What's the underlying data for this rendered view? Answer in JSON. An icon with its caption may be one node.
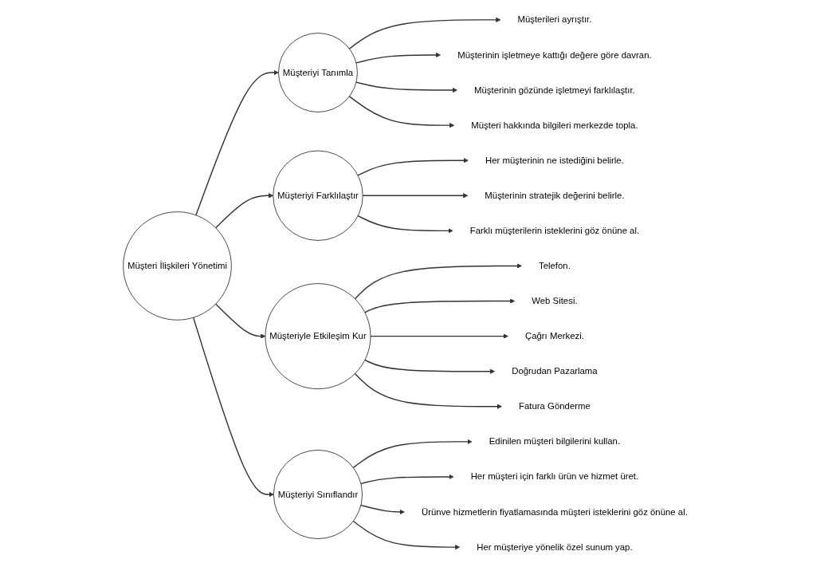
{
  "diagram": {
    "nodes": [
      {
        "text": [
          "Müşteri İlişkileri Yönetimi"
        ]
      },
      {
        "text": [
          "Müşteriyi Tanımla"
        ]
      },
      {
        "text": [
          "Müşterileri ayrıştır."
        ]
      },
      {
        "text": [
          "Müşterinin işletmeye kattığı değere göre davran."
        ]
      },
      {
        "text": [
          "Müşterinin gözünde işletmeyi farklılaştır."
        ]
      },
      {
        "text": [
          "Müşteri hakkında bilgileri merkezde topla."
        ]
      },
      {
        "text": [
          "Müşteriyi Farklılaştır"
        ]
      },
      {
        "text": [
          "Her müşterinin ne istediğini belirle."
        ]
      },
      {
        "text": [
          "Müşterinin stratejik değerini belirle."
        ]
      },
      {
        "text": [
          "Farklı müşterilerin isteklerini göz önüne al."
        ]
      },
      {
        "text": [
          "Müşteriyle Etkileşim Kur"
        ]
      },
      {
        "text": [
          "Telefon."
        ]
      },
      {
        "text": [
          "Web Sitesi."
        ]
      },
      {
        "text": [
          "Çağrı Merkezi."
        ]
      },
      {
        "text": [
          "Doğrudan Pazarlama"
        ]
      },
      {
        "text": [
          "Fatura Gönderme"
        ]
      },
      {
        "text": [
          "Müşteriyi Sınıflandır"
        ]
      },
      {
        "text": [
          "Edinilen müşteri bilgilerini kullan."
        ]
      },
      {
        "text": [
          "Her müşteri için farklı ürün ve hizmet üret."
        ]
      },
      {
        "text": [
          "Ürünve hizmetlerin fiyatlamasında müşteri isteklerini göz önüne al."
        ]
      },
      {
        "text": [
          "Her müşteriye yönelik özel sunum yap."
        ]
      }
    ],
    "edges": [
      {
        "from": 0,
        "to": 1,
        "arrow": "to"
      },
      {
        "from": 0,
        "to": 6,
        "arrow": "to"
      },
      {
        "from": 0,
        "to": 10,
        "arrow": "to"
      },
      {
        "from": 0,
        "to": 16,
        "arrow": "to"
      },
      {
        "from": 1,
        "to": 2,
        "arrow": "to"
      },
      {
        "from": 1,
        "to": 3,
        "arrow": "to"
      },
      {
        "from": 1,
        "to": 4,
        "arrow": "to"
      },
      {
        "from": 1,
        "to": 5,
        "arrow": "to"
      },
      {
        "from": 6,
        "to": 7,
        "arrow": "to"
      },
      {
        "from": 6,
        "to": 8,
        "arrow": "to"
      },
      {
        "from": 6,
        "to": 9,
        "arrow": "to"
      },
      {
        "from": 10,
        "to": 11,
        "arrow": "to"
      },
      {
        "from": 10,
        "to": 12,
        "arrow": "to"
      },
      {
        "from": 10,
        "to": 13,
        "arrow": "to"
      },
      {
        "from": 10,
        "to": 14,
        "arrow": "to"
      },
      {
        "from": 10,
        "to": 15,
        "arrow": "to"
      },
      {
        "from": 16,
        "to": 17,
        "arrow": "to"
      },
      {
        "from": 16,
        "to": 18,
        "arrow": "to"
      },
      {
        "from": 16,
        "to": 19,
        "arrow": "to"
      },
      {
        "from": 16,
        "to": 20,
        "arrow": "to"
      }
    ]
  }
}
